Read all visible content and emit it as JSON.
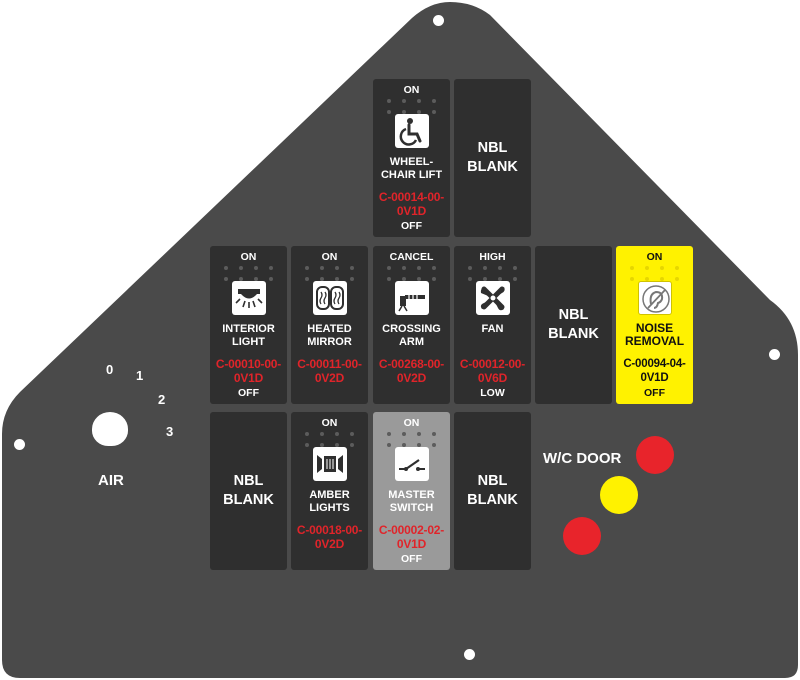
{
  "panel": {
    "body_color": "#4a4a4a",
    "switch_color": "#2f2f2f",
    "air": {
      "label": "AIR",
      "positions": [
        "0",
        "1",
        "2",
        "3"
      ]
    },
    "wc_door": {
      "label": "W/C DOOR",
      "button_colors": [
        "#e8242b",
        "#fff200",
        "#e8242b"
      ]
    }
  },
  "switches": {
    "wheelchair_lift": {
      "top": "ON",
      "name": "WHEEL-\nCHAIR LIFT",
      "code": "C-00014-00-\n0V1D",
      "bottom": "OFF",
      "icon": "wheelchair-icon"
    },
    "nbl_blank_top": {
      "name": "NBL\nBLANK"
    },
    "interior_light": {
      "top": "ON",
      "name": "INTERIOR\nLIGHT",
      "code": "C-00010-00-\n0V1D",
      "bottom": "OFF",
      "icon": "dome-light-icon"
    },
    "heated_mirror": {
      "top": "ON",
      "name": "HEATED\nMIRROR",
      "code": "C-00011-00-\n0V2D",
      "icon": "heated-mirror-icon"
    },
    "crossing_arm": {
      "top": "CANCEL",
      "name": "CROSSING\nARM",
      "code": "C-00268-00-\n0V2D",
      "icon": "crossing-arm-icon"
    },
    "fan": {
      "top": "HIGH",
      "name": "FAN",
      "code": "C-00012-00-\n0V6D",
      "bottom": "LOW",
      "icon": "fan-icon"
    },
    "nbl_blank_mid": {
      "name": "NBL\nBLANK"
    },
    "noise_removal": {
      "top": "ON",
      "name": "NOISE\nREMOVAL",
      "code": "C-00094-04-\n0V1D",
      "bottom": "OFF",
      "icon": "hearing-icon",
      "color": "#fff200"
    },
    "nbl_blank_bottom_left": {
      "name": "NBL\nBLANK"
    },
    "amber_lights": {
      "top": "ON",
      "name": "AMBER\nLIGHTS",
      "code": "C-00018-00-\n0V2D",
      "icon": "amber-lights-icon"
    },
    "master_switch": {
      "top": "ON",
      "name": "MASTER\nSWITCH",
      "code": "C-00002-02-\n0V1D",
      "bottom": "OFF",
      "icon": "switch-icon",
      "color": "#9a9a9a"
    },
    "nbl_blank_bottom_right": {
      "name": "NBL\nBLANK"
    }
  }
}
